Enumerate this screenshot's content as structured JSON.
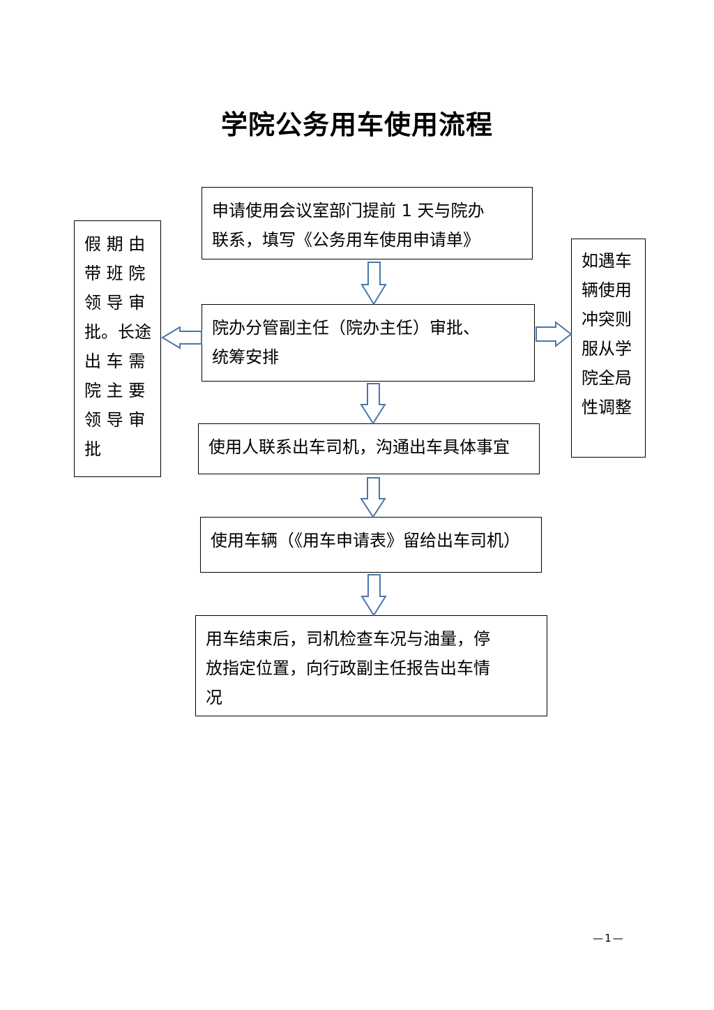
{
  "title": "学院公务用车使用流程",
  "steps": [
    "申请使用会议室部门提前 1 天与院办\n联系，填写《公务用车使用申请单》",
    "院办分管副主任（院办主任）审批、\n统筹安排",
    "使用人联系出车司机，沟通出车具体事宜",
    "使用车辆（《用车申请表》留给出车司机）",
    "用车结束后，司机检查车况与油量，停\n放指定位置，向行政副主任报告出车情\n况"
  ],
  "side_left": "假 期 由\n带 班 院\n领 导 审\n批。长途\n出 车 需\n院 主 要\n领 导 审\n批",
  "side_right": "如遇车\n辆使用\n冲突则\n服从学\n院全局\n性调整",
  "page_number": "—1—",
  "colors": {
    "arrow_stroke": "#4a76a8",
    "box_border": "#000000"
  }
}
